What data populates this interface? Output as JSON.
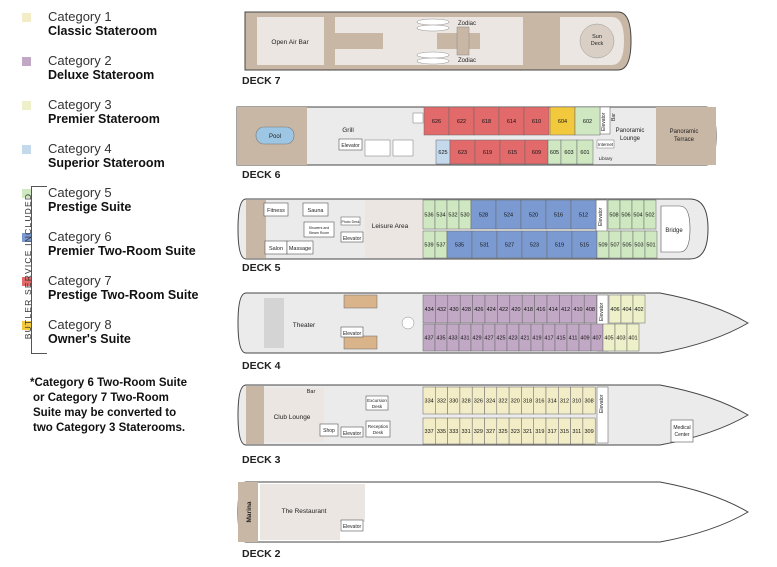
{
  "legend": {
    "categories": [
      {
        "cat": "Category 1",
        "name": "Classic Stateroom",
        "color": "#f2ecc7"
      },
      {
        "cat": "Category 2",
        "name": "Deluxe Stateroom",
        "color": "#c1a8c5"
      },
      {
        "cat": "Category 3",
        "name": "Premier Stateroom",
        "color": "#eef0c9"
      },
      {
        "cat": "Category 4",
        "name": "Superior Stateroom",
        "color": "#c4d9ec"
      },
      {
        "cat": "Category 5",
        "name": "Prestige Suite",
        "color": "#cfe8c1"
      },
      {
        "cat": "Category 6",
        "name": "Premier Two-Room Suite",
        "color": "#7b9ad1"
      },
      {
        "cat": "Category 7",
        "name": "Prestige Two-Room Suite",
        "color": "#e26a6a"
      },
      {
        "cat": "Category 8",
        "name": "Owner's Suite",
        "color": "#f2c93c"
      }
    ],
    "butler_label": "BUTLER SERVICE INCLUDED",
    "note_lines": [
      "*Category 6 Two-Room Suite",
      "or Category 7 Two-Room",
      "Suite may be converted to",
      "two Category 3  Staterooms."
    ]
  },
  "decks": {
    "deck7": {
      "label": "DECK 7",
      "open_air_bar": "Open Air Bar",
      "zodiac_top": "Zodiac",
      "zodiac_bottom": "Zodiac",
      "sun_deck": [
        "Sun",
        "Deck"
      ]
    },
    "deck6": {
      "label": "DECK 6",
      "pool": "Pool",
      "grill": "Grill",
      "elevator": "Elevator",
      "elevator_v": "Elevator",
      "bar": "Bar",
      "internet": "Internet",
      "library": "Library",
      "lounge": [
        "Panoramic",
        "Lounge"
      ],
      "terrace": [
        "Panoramic",
        "Terrace"
      ],
      "top_rooms": [
        "626",
        "622",
        "618",
        "614",
        "610",
        "604",
        "602"
      ],
      "bottom_rooms": [
        "625",
        "623",
        "619",
        "615",
        "609",
        "605",
        "603",
        "601"
      ]
    },
    "deck5": {
      "label": "DECK 5",
      "fitness": "Fitness",
      "sauna": "Sauna",
      "showers": [
        "Showers and",
        "Steam Room"
      ],
      "salon": "Salon",
      "massage": "Massage",
      "photo_desk": "Photo Desk",
      "leisure": "Leisure Area",
      "elevator": "Elevator",
      "elevator_v": "Elevator",
      "bridge": "Bridge",
      "top_rooms": [
        "536",
        "534",
        "532",
        "530",
        "528",
        "524",
        "520",
        "516",
        "512",
        "508",
        "506",
        "504",
        "502"
      ],
      "bottom_rooms": [
        "539",
        "537",
        "535",
        "531",
        "527",
        "523",
        "519",
        "515",
        "509",
        "507",
        "505",
        "503",
        "501"
      ]
    },
    "deck4": {
      "label": "DECK 4",
      "theater": "Theater",
      "elevator": "Elevator",
      "elevator_v": "Elevator",
      "top_rooms": [
        "434",
        "432",
        "430",
        "428",
        "426",
        "424",
        "422",
        "420",
        "418",
        "416",
        "414",
        "412",
        "410",
        "408",
        "406",
        "404",
        "402"
      ],
      "bottom_rooms": [
        "437",
        "435",
        "433",
        "431",
        "429",
        "427",
        "425",
        "423",
        "421",
        "419",
        "417",
        "415",
        "411",
        "409",
        "407",
        "405",
        "403",
        "401"
      ]
    },
    "deck3": {
      "label": "DECK 3",
      "bar": "Bar",
      "club_lounge": "Club Lounge",
      "excursion": [
        "Excursion",
        "Desk"
      ],
      "shop": "Shop",
      "elevator": "Elevator",
      "elevator_v": "Elevator",
      "reception": [
        "Reception",
        "Desk"
      ],
      "medical": [
        "Medical",
        "Center"
      ],
      "top_rooms": [
        "334",
        "332",
        "330",
        "328",
        "326",
        "324",
        "322",
        "320",
        "318",
        "316",
        "314",
        "312",
        "310",
        "308"
      ],
      "bottom_rooms": [
        "337",
        "335",
        "333",
        "331",
        "329",
        "327",
        "325",
        "323",
        "321",
        "319",
        "317",
        "315",
        "311",
        "309"
      ]
    },
    "deck2": {
      "label": "DECK 2",
      "marina": "Marina",
      "restaurant": "The Restaurant",
      "elevator": "Elevator"
    }
  }
}
